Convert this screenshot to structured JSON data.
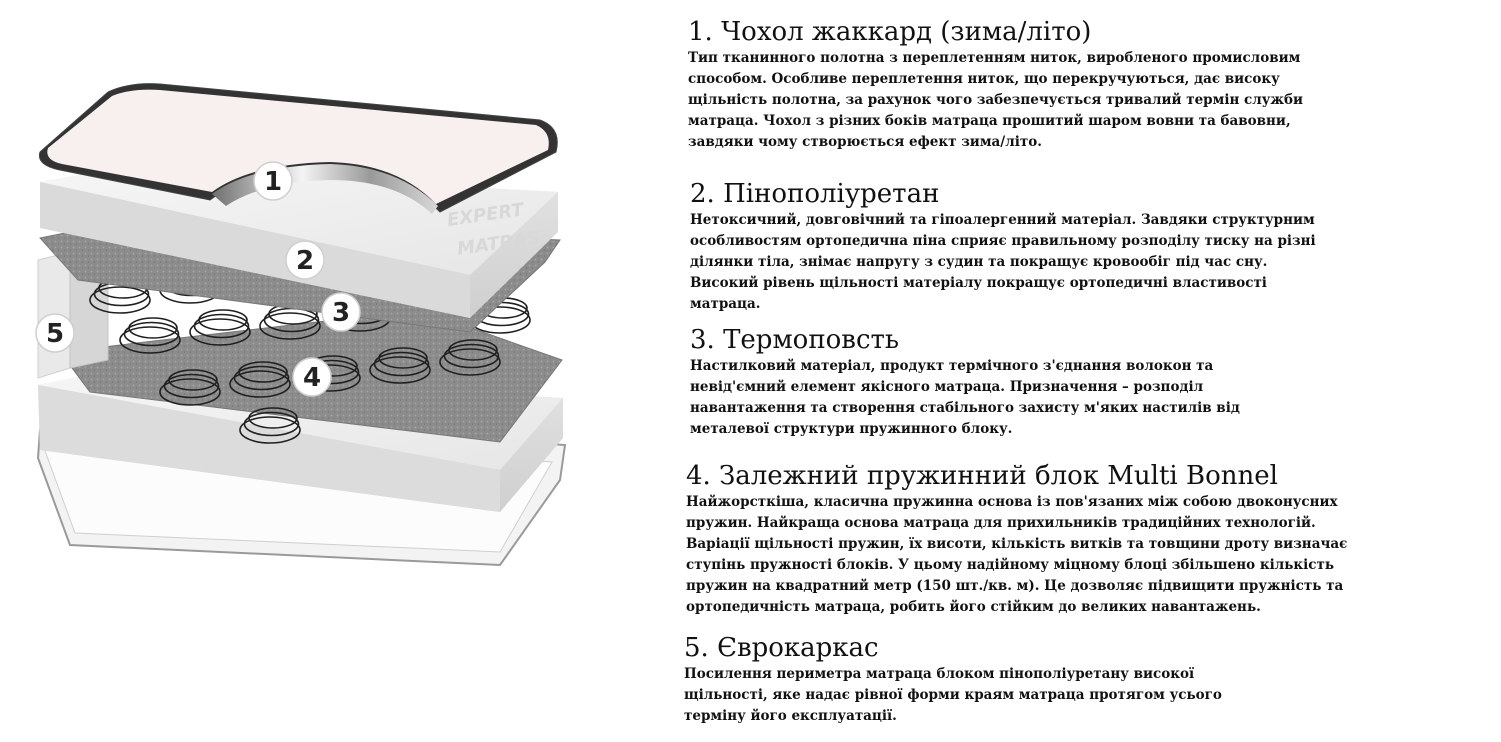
{
  "brand": {
    "line1": "EXPERT",
    "line2": "MATRAS"
  },
  "diagram_labels": [
    "1",
    "2",
    "3",
    "4",
    "5"
  ],
  "sections": [
    {
      "title": "1. Чохол жаккард (зима/літо)",
      "lines": [
        "Тип тканинного полотна з переплетенням ниток, виробленого промисловим",
        "способом. Особливе переплетення ниток, що перекручуються, дає високу",
        "щільність полотна, за рахунок чого забезпечується тривалий термін служби",
        "матраца. Чохол з різних боків матраца прошитий шаром вовни та бавовни,",
        "завдяки чому створюється ефект зима/літо."
      ]
    },
    {
      "title": "2. Пінополіуретан",
      "lines": [
        "Нетоксичний, довговічний та гіпоалергенний матеріал. Завдяки структурним",
        "особливостям ортопедична піна сприяє правильному розподілу тиску на різні",
        "ділянки тіла, знімає напругу з судин та покращує кровообіг під час сну.",
        "Високий рівень щільності матеріалу покращує ортопедичні властивості",
        "матраца."
      ]
    },
    {
      "title": "3. Термоповсть",
      "lines": [
        "Настилковий матеріал, продукт термічного з'єднання волокон та",
        "невід'ємний елемент якісного матраца. Призначення – розподіл",
        "навантаження та створення стабільного захисту м'яких настилів від",
        "металевої структури пружинного блоку."
      ]
    },
    {
      "title": "4. Залежний пружинний блок Multi Bonnel",
      "lines": [
        "Найжорсткіша, класична пружинна основа із пов'язаних між собою двоконусних",
        "пружин. Найкраща основа матраца для прихильників традиційних технологій.",
        "Варіації щільності пружин, їх висоти, кількість витків та товщини дроту визначає",
        "ступінь пружності блоків. У цьому надійному міцному блоці збільшено кількість",
        "пружин на квадратний метр (150 шт./кв. м). Це дозволяє підвищити пружність та",
        "ортопедичність матраца, робить його стійким до великих навантажень."
      ]
    },
    {
      "title": "5. Єврокаркас",
      "lines": [
        "Посилення периметра матраца блоком пінополіуретану високої",
        "щільності, яке надає рівної форми краям матраца протягом усього",
        "терміну його експлуатації."
      ]
    }
  ]
}
